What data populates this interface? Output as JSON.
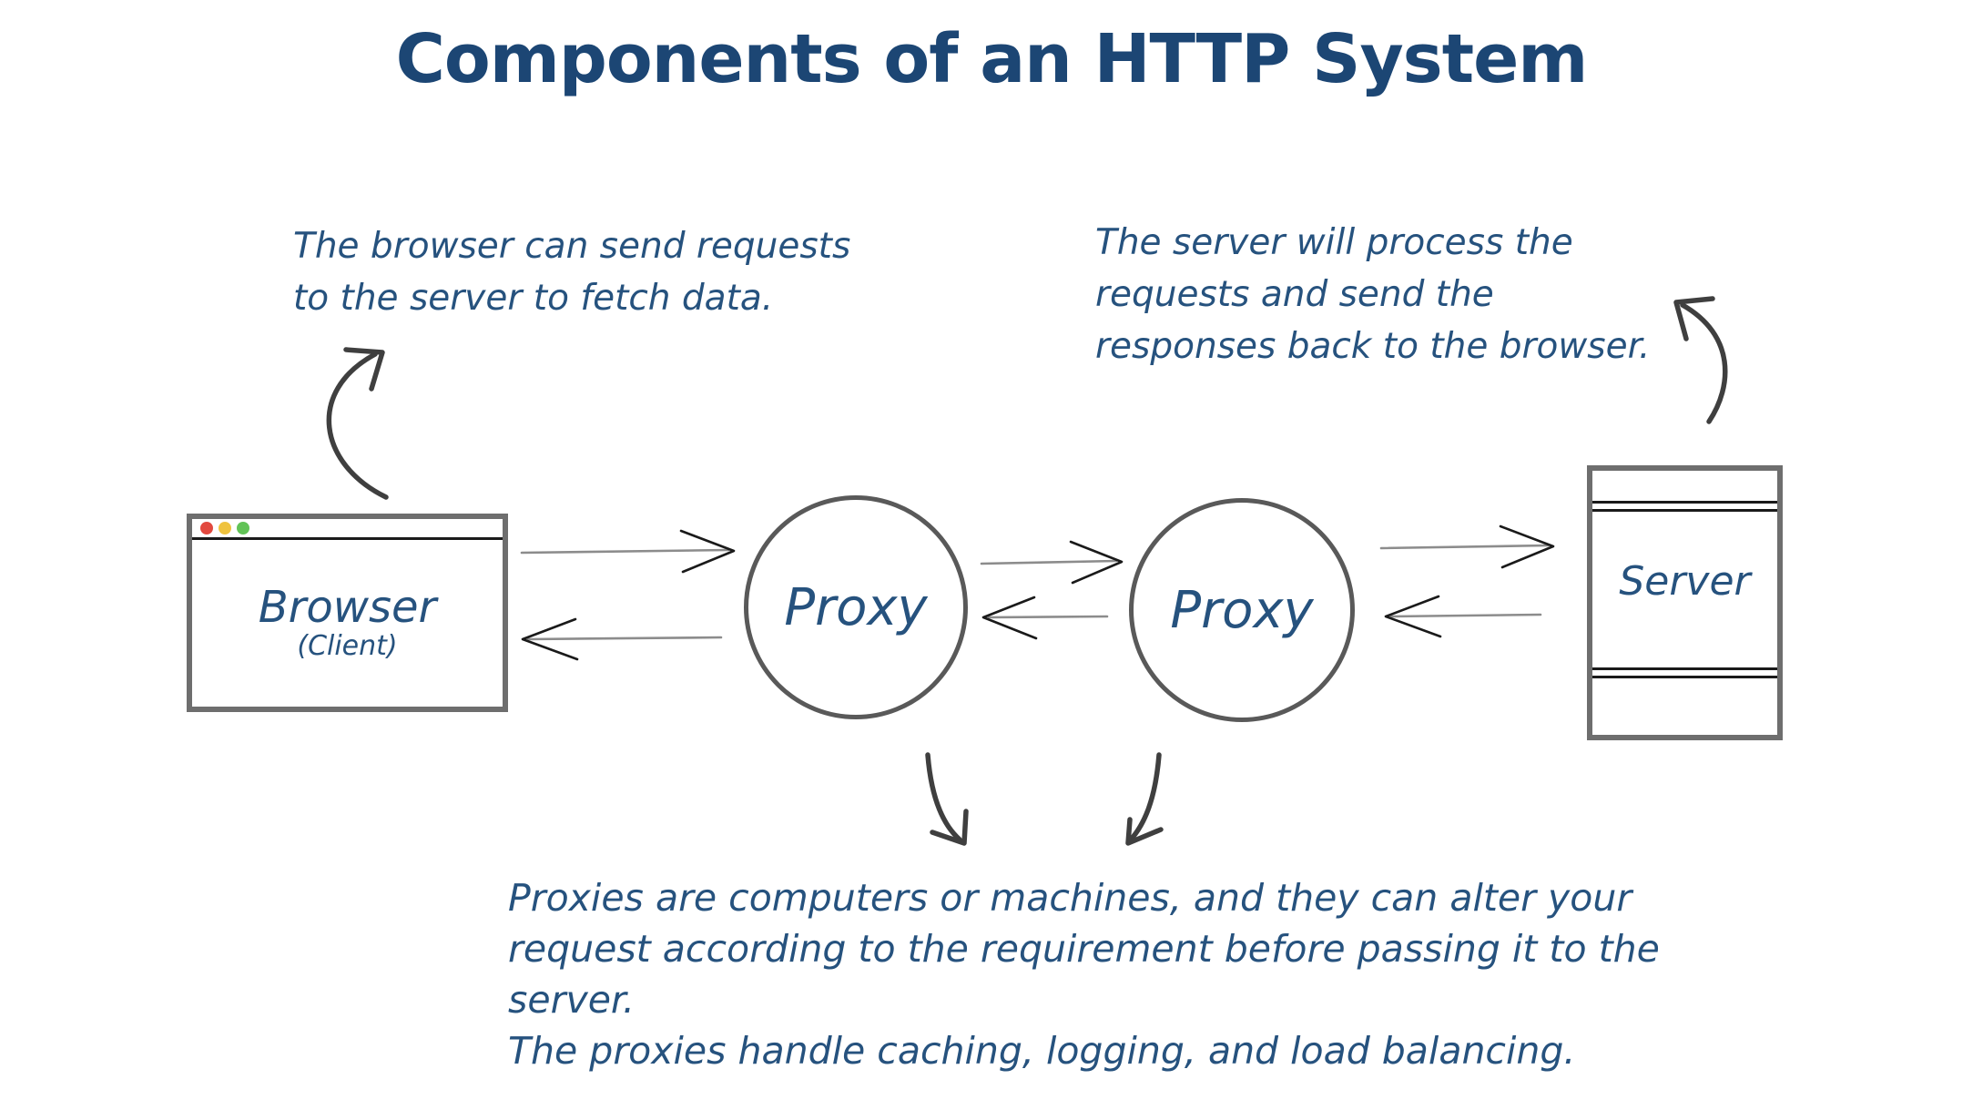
{
  "title": "Components of an HTTP System",
  "notes": {
    "browser": "The browser can send requests\nto the server to fetch data.",
    "server": "The server will process the\nrequests and send the\nresponses back to the browser.",
    "proxies": "Proxies are computers or machines, and they can alter your\nrequest according to the requirement before passing it to the\nserver.\nThe proxies handle caching, logging, and load balancing."
  },
  "nodes": {
    "browser": {
      "label": "Browser",
      "sublabel": "(Client)"
    },
    "proxy1": {
      "label": "Proxy"
    },
    "proxy2": {
      "label": "Proxy"
    },
    "server": {
      "label": "Server"
    }
  },
  "icons": {
    "window_controls": [
      "close-dot",
      "minimize-dot",
      "maximize-dot"
    ]
  },
  "colors": {
    "title_blue": "#1c4674",
    "text_blue": "#26527e",
    "box_border": "#6e6e6e",
    "circle_border": "#595959",
    "line_black": "#1a1a1a",
    "arrow_shaft": "#8c8c8c",
    "arrow_head": "#1a1a1a",
    "curved_arrow": "#3f3f3f",
    "dot_red": "#e2493f",
    "dot_yellow": "#efc33f",
    "dot_green": "#62c357"
  }
}
